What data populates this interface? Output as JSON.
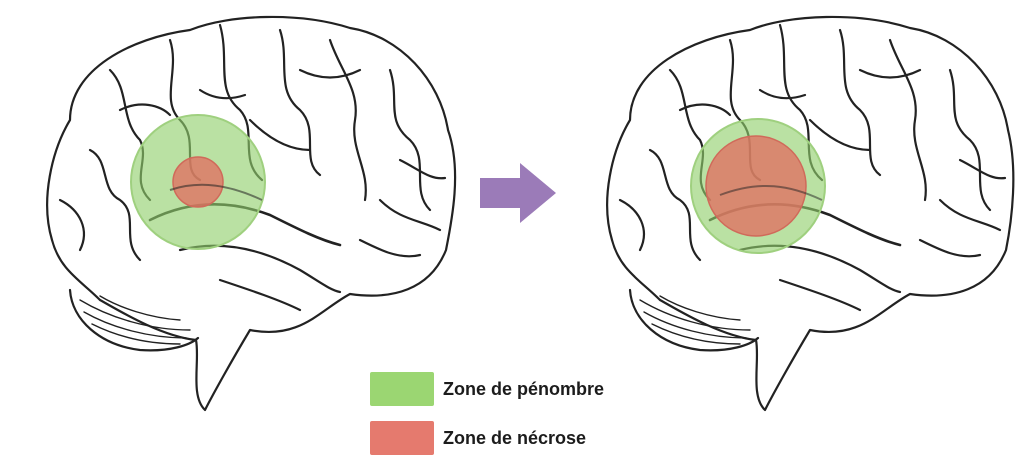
{
  "colors": {
    "penumbra": "#8fcf6a",
    "penumbra_stroke": "#9fd07f",
    "necrosis": "#e07062",
    "necrosis_stroke": "#d06a5a",
    "arrow": "#9b7bb8",
    "ink": "#222222",
    "background": "#ffffff"
  },
  "legend": {
    "penumbra_label": "Zone de pénombre",
    "necrosis_label": "Zone de nécrose"
  },
  "icons": {
    "arrow": "right-arrow-icon",
    "brain": "brain-sketch-icon"
  },
  "diagram": {
    "before": {
      "necrosis_relative_size": 0.37
    },
    "after": {
      "necrosis_relative_size": 0.75
    }
  }
}
